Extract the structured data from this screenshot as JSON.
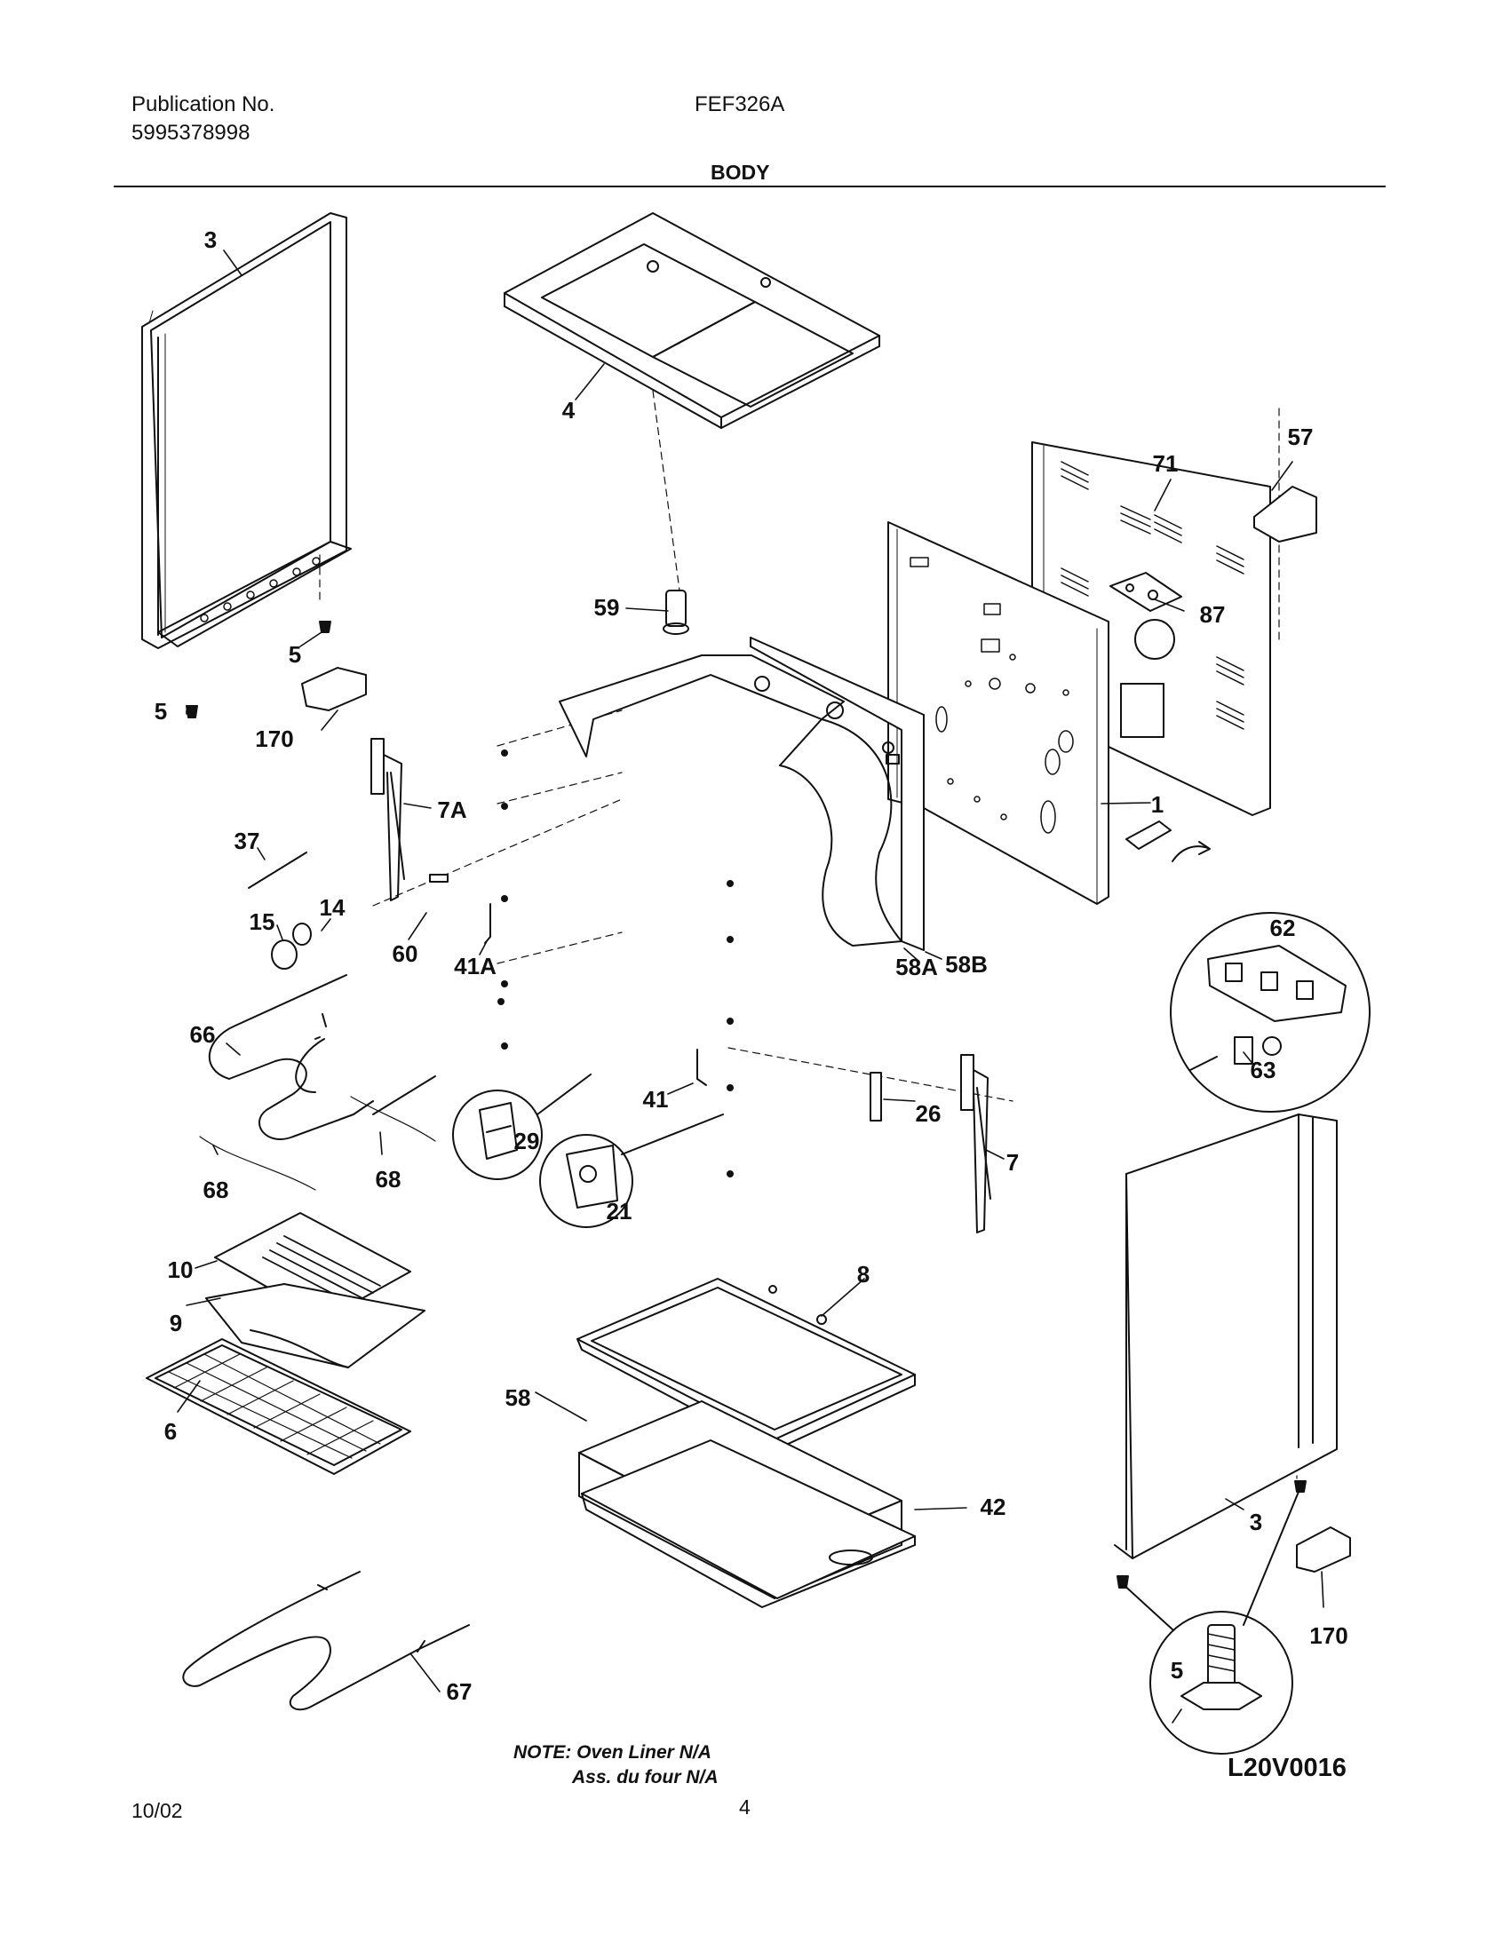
{
  "header": {
    "publication_label": "Publication No.",
    "publication_number": "5995378998",
    "model": "FEF326A",
    "section_title": "BODY"
  },
  "parts": [
    {
      "id": "p3a",
      "label": "3"
    },
    {
      "id": "p4",
      "label": "4"
    },
    {
      "id": "p57",
      "label": "57"
    },
    {
      "id": "p71",
      "label": "71"
    },
    {
      "id": "p87",
      "label": "87"
    },
    {
      "id": "p59",
      "label": "59"
    },
    {
      "id": "p5a",
      "label": "5"
    },
    {
      "id": "p5b",
      "label": "5"
    },
    {
      "id": "p170a",
      "label": "170"
    },
    {
      "id": "p7a",
      "label": "7A"
    },
    {
      "id": "p1",
      "label": "1"
    },
    {
      "id": "p37",
      "label": "37"
    },
    {
      "id": "p14",
      "label": "14"
    },
    {
      "id": "p15",
      "label": "15"
    },
    {
      "id": "p60",
      "label": "60"
    },
    {
      "id": "p41a",
      "label": "41A"
    },
    {
      "id": "p58a",
      "label": "58A"
    },
    {
      "id": "p58b",
      "label": "58B"
    },
    {
      "id": "p62",
      "label": "62"
    },
    {
      "id": "p63",
      "label": "63"
    },
    {
      "id": "p66",
      "label": "66"
    },
    {
      "id": "p41",
      "label": "41"
    },
    {
      "id": "p26",
      "label": "26"
    },
    {
      "id": "p29",
      "label": "29"
    },
    {
      "id": "p7",
      "label": "7"
    },
    {
      "id": "p68a",
      "label": "68"
    },
    {
      "id": "p68b",
      "label": "68"
    },
    {
      "id": "p21",
      "label": "21"
    },
    {
      "id": "p10",
      "label": "10"
    },
    {
      "id": "p8",
      "label": "8"
    },
    {
      "id": "p9",
      "label": "9"
    },
    {
      "id": "p58",
      "label": "58"
    },
    {
      "id": "p6",
      "label": "6"
    },
    {
      "id": "p42",
      "label": "42"
    },
    {
      "id": "p3b",
      "label": "3"
    },
    {
      "id": "p170b",
      "label": "170"
    },
    {
      "id": "p67",
      "label": "67"
    },
    {
      "id": "p5c",
      "label": "5"
    }
  ],
  "note": {
    "line1": "NOTE: Oven Liner N/A",
    "line2": "Ass. du four N/A"
  },
  "diagram_code": "L20V0016",
  "footer": {
    "date": "10/02",
    "page": "4"
  }
}
